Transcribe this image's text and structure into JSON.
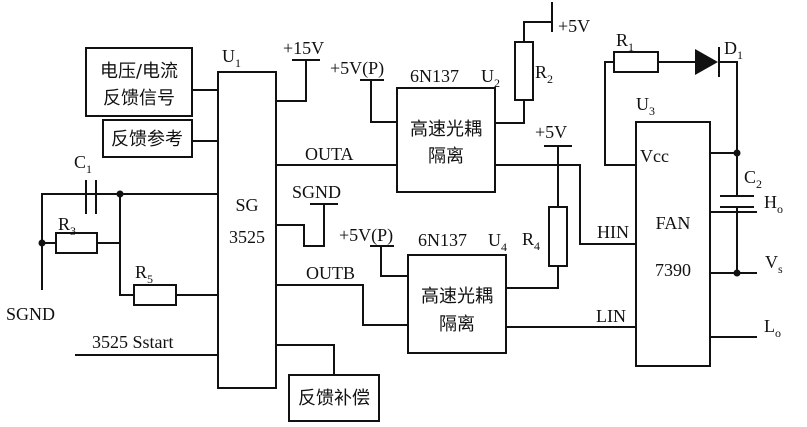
{
  "blocks": {
    "feedback_signal": {
      "line1": "电压/电流",
      "line2": "反馈信号"
    },
    "feedback_reference": "反馈参考",
    "feedback_compensation": "反馈补偿",
    "sg3525": {
      "line1": "SG",
      "line2": "3525",
      "ref": "U",
      "ref_sub": "1"
    },
    "optocoupler_a": {
      "line1": "高速光耦",
      "line2": "隔离",
      "part": "6N137",
      "ref": "U",
      "ref_sub": "2"
    },
    "optocoupler_b": {
      "line1": "高速光耦",
      "line2": "隔离",
      "part": "6N137",
      "ref": "U",
      "ref_sub": "4"
    },
    "fan7390": {
      "line1": "FAN",
      "line2": "7390",
      "ref": "U",
      "ref_sub": "3"
    }
  },
  "supplies": {
    "u1_supply": "+15V",
    "u2_supply": "+5V(P)",
    "u4_supply": "+5V(P)",
    "r2_supply": "+5V",
    "r4_supply": "+5V"
  },
  "components": {
    "r1": {
      "letter": "R",
      "sub": "1"
    },
    "r2": {
      "letter": "R",
      "sub": "2"
    },
    "r3": {
      "letter": "R",
      "sub": "3"
    },
    "r4": {
      "letter": "R",
      "sub": "4"
    },
    "r5": {
      "letter": "R",
      "sub": "5"
    },
    "c1": {
      "letter": "C",
      "sub": "1"
    },
    "c2": {
      "letter": "C",
      "sub": "2"
    },
    "d1": {
      "letter": "D",
      "sub": "1"
    }
  },
  "nets": {
    "outa": "OUTA",
    "outb": "OUTB",
    "sgnd_top": "SGND",
    "sgnd_left": "SGND",
    "start": "3525 Sstart"
  },
  "pins": {
    "vcc": "Vcc",
    "hin": "HIN",
    "lin": "LIN"
  },
  "outputs": {
    "ho": {
      "letter": "H",
      "sub": "o"
    },
    "vs": {
      "letter": "V",
      "sub": "s"
    },
    "lo": {
      "letter": "L",
      "sub": "o"
    }
  }
}
